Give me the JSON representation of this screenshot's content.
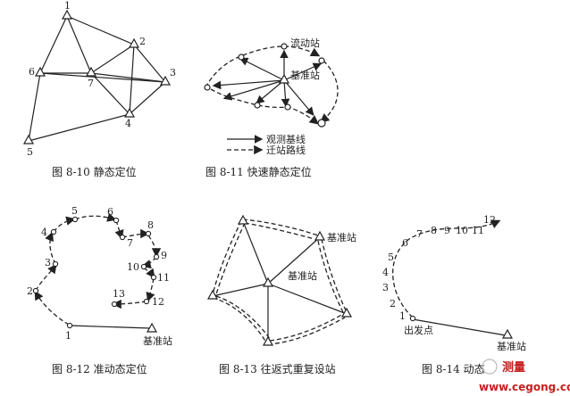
{
  "fig10": {
    "caption": "图 8-10   静态定位",
    "labels": [
      "1",
      "2",
      "3",
      "4",
      "5",
      "6",
      "7"
    ]
  },
  "fig11": {
    "caption": "图 8-11   快速静态定位",
    "rover": "流动站",
    "base": "基准站",
    "legend_solid": "观测基线",
    "legend_dashed": "迁站路线"
  },
  "fig12": {
    "caption": "图 8-12   准动态定位",
    "base": "基准站",
    "labels": [
      "1",
      "2",
      "3",
      "4",
      "5",
      "6",
      "7",
      "8",
      "9",
      "10",
      "11",
      "12",
      "13"
    ]
  },
  "fig13": {
    "caption": "图 8-13   往返式重复设站",
    "base_top": "基准站",
    "base_center": "基准站"
  },
  "fig14": {
    "caption": "图 8-14   动态",
    "start": "出发点",
    "base": "基准站",
    "labels": [
      "1",
      "2",
      "3",
      "4",
      "5",
      "6",
      "7",
      "8",
      "9",
      "10",
      "11",
      "12"
    ]
  },
  "watermark": {
    "brand": "测量",
    "url": "www.cegong.com"
  }
}
